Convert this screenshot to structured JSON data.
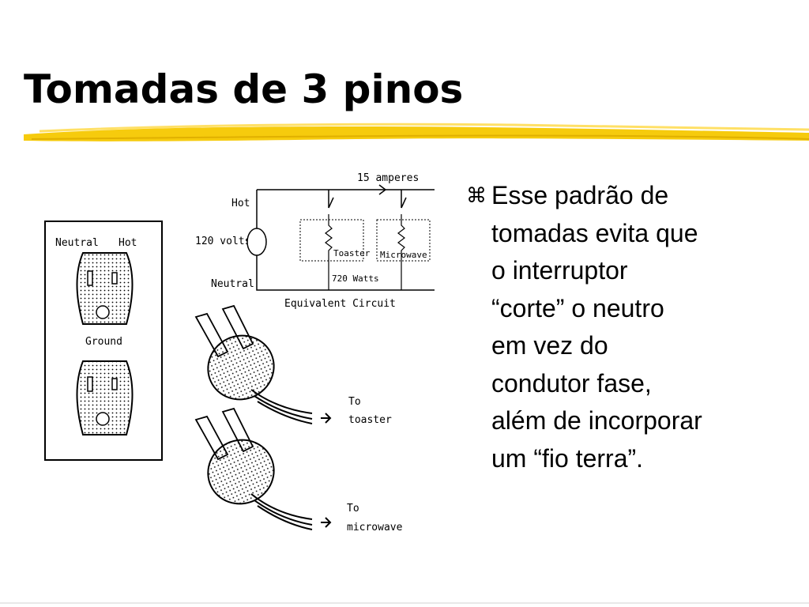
{
  "slide": {
    "title": "Tomadas de 3 pinos",
    "bullet_marker": "⌘",
    "bullet_text": "Esse padrão de\ntomadas evita que\no interruptor\n“corte” o neutro\nem vez do\ncondutor fase,\nalém de incorporar\num “fio terra”."
  },
  "figure": {
    "outlet": {
      "neutral_label": "Neutral",
      "hot_label": "Hot",
      "ground_label": "Ground"
    },
    "circuit": {
      "hot_label": "Hot",
      "volts_label": "120 volts",
      "neutral_label": "Neutral",
      "amperes_label": "15 amperes",
      "toaster_label": "Toaster",
      "microwave_label": "Microwave",
      "watts_label": "720 Watts",
      "caption": "Equivalent Circuit"
    },
    "plugs": {
      "to_label_1": "To",
      "toaster_label": "toaster",
      "to_label_2": "To",
      "microwave_label": "microwave"
    }
  },
  "colors": {
    "highlight": "#f5c800",
    "text": "#000000"
  }
}
